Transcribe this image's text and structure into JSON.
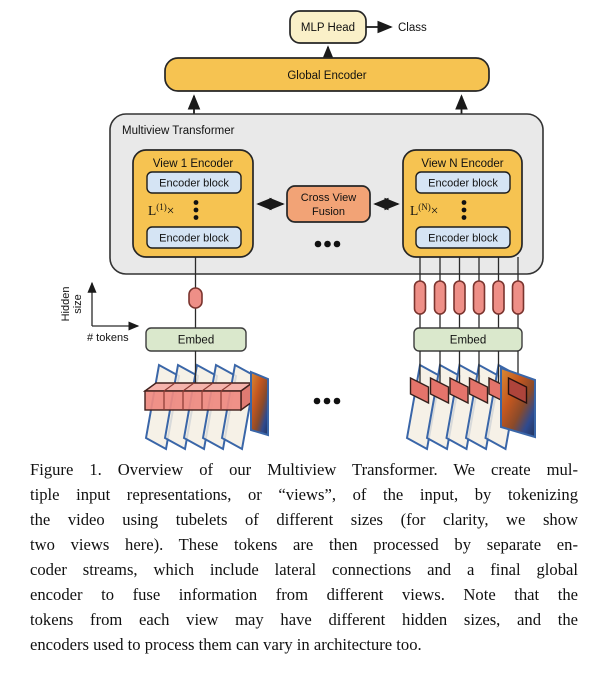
{
  "diagram": {
    "mlp_head_label": "MLP Head",
    "class_label": "Class",
    "global_encoder_label": "Global Encoder",
    "multiview_container_label": "Multiview Transformer",
    "view1": {
      "title": "View 1 Encoder",
      "top_block": "Encoder block",
      "bottom_block": "Encoder block",
      "repeat_base": "L",
      "repeat_sup": "(1)",
      "repeat_times": "×"
    },
    "viewN": {
      "title": "View N Encoder",
      "top_block": "Encoder block",
      "bottom_block": "Encoder block",
      "repeat_base": "L",
      "repeat_sup": "(N)",
      "repeat_times": "×"
    },
    "cross_view_fusion": {
      "line1": "Cross View",
      "line2": "Fusion"
    },
    "embed_left_label": "Embed",
    "embed_right_label": "Embed",
    "axis": {
      "y_label_line1": "Hidden",
      "y_label_line2": "size",
      "x_label": "# tokens"
    },
    "colors": {
      "encoder_yellow": "#F6C351",
      "mlp_cream": "#FAF0C8",
      "block_blue": "#D5E4F4",
      "fusion_orange": "#F2A376",
      "embed_green": "#DAE8CC",
      "token_pink": "#EE8F87",
      "tubelet_red": "#E4746B",
      "container_gray": "#E9E9E9",
      "frame_border_blue": "#3A66A8"
    }
  },
  "caption": {
    "lines": [
      "Figure 1. Overview of our Multiview Transformer. We create mul-",
      "tiple input representations, or “views”, of the input, by tokenizing",
      "the video using tubelets of different sizes (for clarity, we show",
      "two views here). These tokens are then processed by separate en-",
      "coder streams, which include lateral connections and a final global",
      "encoder to fuse information from different views.  Note that the",
      "tokens from each view may have different hidden sizes, and the",
      "encoders used to process them can vary in architecture too."
    ]
  }
}
